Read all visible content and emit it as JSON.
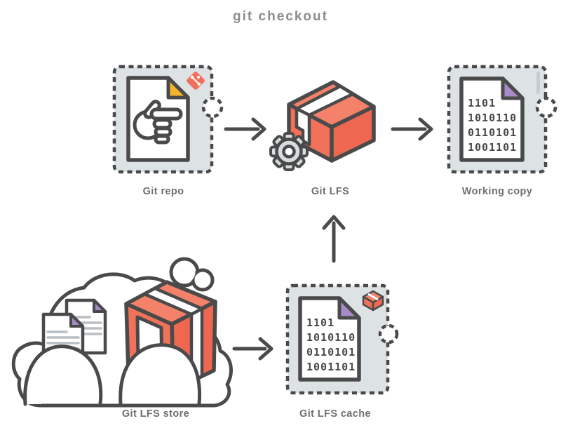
{
  "title": "git checkout",
  "colors": {
    "outline": "#4a4a4a",
    "stamp_bg": "#dde2e5",
    "orange_top": "#f4826b",
    "orange_front": "#f2715a",
    "orange_side": "#ee6851",
    "badge_orange": "#f1705c",
    "yellow_fold": "#f6b42a",
    "purple_fold": "#a78bc8",
    "label_gray": "#6f6f6f",
    "title_gray": "#8d8d8d",
    "gear_gray": "#d8dde0",
    "doc_line_gray": "#b9bfc4",
    "edge_mark_gray": "#c6cdd2"
  },
  "nodes": {
    "git_repo": {
      "label": "Git repo"
    },
    "git_lfs": {
      "label": "Git LFS"
    },
    "working_copy": {
      "label": "Working copy",
      "binary_lines": [
        "1101",
        "1010110",
        "0110101",
        "1001101"
      ]
    },
    "git_lfs_store": {
      "label": "Git LFS store"
    },
    "git_lfs_cache": {
      "label": "Git LFS cache",
      "binary_lines": [
        "1101",
        "1010110",
        "0110101",
        "1001101"
      ]
    }
  }
}
